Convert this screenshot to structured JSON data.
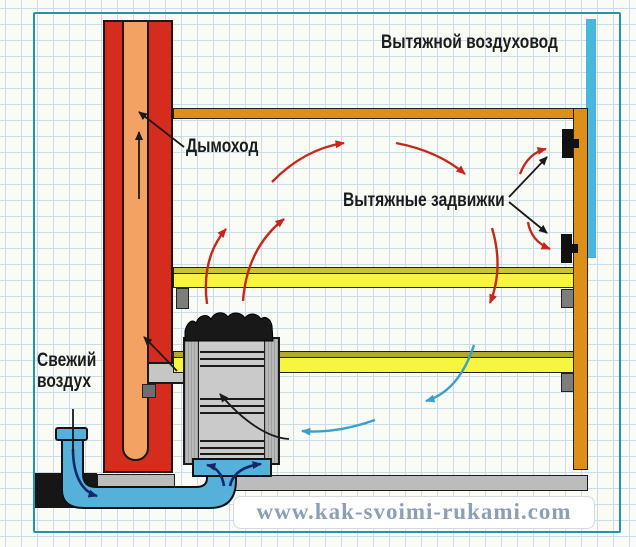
{
  "labels": {
    "exhaust_duct": "Вытяжной воздуховод",
    "chimney": "Дымоход",
    "exhaust_valves": "Вытяжные задвижки",
    "fresh_air_line1": "Свежий",
    "fresh_air_line2": "воздух"
  },
  "watermark": "www.kak-svoimi-rukami.com",
  "colors": {
    "chimney-red": "#d62c1e",
    "flue-orange": "#f4a263",
    "duct-orange": "#dd8f1a",
    "bench-yellow": "#f8f542",
    "bench-edge": "#b2a82c",
    "panel-blue": "#49b6de",
    "frame-teal": "#2892ae",
    "grid-blue": "#c9dcea",
    "hot-arrow": "#c3281c",
    "cool-arrow": "#3a9fcb",
    "intake-navy": "#15266e",
    "pipe-blue": "#55b1d9",
    "metal-grey": "#cacaca",
    "floor-grey": "#bcbcbc",
    "watermark-color": "#8c9fb4"
  }
}
